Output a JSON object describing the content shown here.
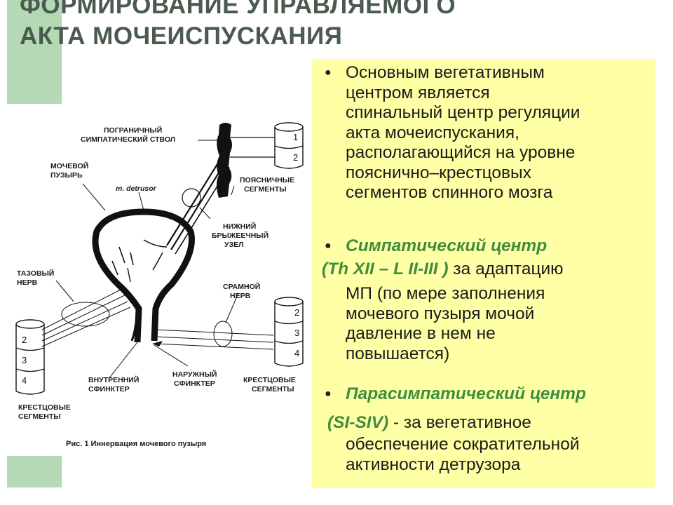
{
  "title": {
    "line1": "ФОРМИРОВАНИЕ УПРАВЛЯЕМОГО",
    "line2": "АКТА МОЧЕИСПУСКАНИЯ"
  },
  "colors": {
    "accent_green": "#b5d9b5",
    "panel_yellow": "#ffffa6",
    "title_text": "#4a5a4e",
    "highlight_green": "#3f8d3f"
  },
  "diagram": {
    "labels": {
      "border_trunk_1": "ПОГРАНИЧНЫЙ",
      "border_trunk_2": "СИМПАТИЧЕСКИЙ СТВОЛ",
      "bladder_1": "МОЧЕВОЙ",
      "bladder_2": "ПУЗЫРЬ",
      "detrusor": "m. detrusor",
      "lumbar_1": "ПОЯСНИЧНЫЕ",
      "lumbar_2": "СЕГМЕНТЫ",
      "ganglion_1": "НИЖНИЙ",
      "ganglion_2": "БРЫЖЕЕЧНЫЙ",
      "ganglion_3": "УЗЕЛ",
      "pelvic_1": "ТАЗОВЫЙ",
      "pelvic_2": "НЕРВ",
      "pudendal_1": "СРАМНОЙ",
      "pudendal_2": "НЕРВ",
      "inner_sph_1": "ВНУТРЕННИЙ",
      "inner_sph_2": "СФИНКТЕР",
      "outer_sph_1": "НАРУЖНЫЙ",
      "outer_sph_2": "СФИНКТЕР",
      "sacral_right_1": "КРЕСТЦОВЫЕ",
      "sacral_right_2": "СЕГМЕНТЫ",
      "sacral_left_1": "КРЕСТЦОВЫЕ",
      "sacral_left_2": "СЕГМЕНТЫ",
      "caption": "Рис. 1    Иннервация мочевого пузыря"
    },
    "lumbar_segments": [
      "1",
      "2"
    ],
    "sacral_right_segments": [
      "2",
      "3",
      "4"
    ],
    "sacral_left_segments": [
      "2",
      "3",
      "4"
    ]
  },
  "panel": {
    "b1": [
      "Основным вегетативным",
      "центром является",
      "спинальный центр регуляции",
      "акта мочеиспускания,",
      "располагающийся на уровне",
      "пояснично–крестцовых",
      "сегментов спинного мозга"
    ],
    "b2_heading": "Симпатический центр",
    "b2_range": "(Th XII – L II-III )",
    "b2_lines": [
      "за адаптацию",
      "МП (по мере заполнения",
      "мочевого пузыря мочой",
      "давление в нем не",
      "повышается)"
    ],
    "b3_heading": "Парасимпатический центр",
    "b3_range": "(SI-SIV)",
    "b3_lines": [
      "- за вегетативное",
      "обеспечение сократительной",
      "активности детрузора"
    ]
  }
}
